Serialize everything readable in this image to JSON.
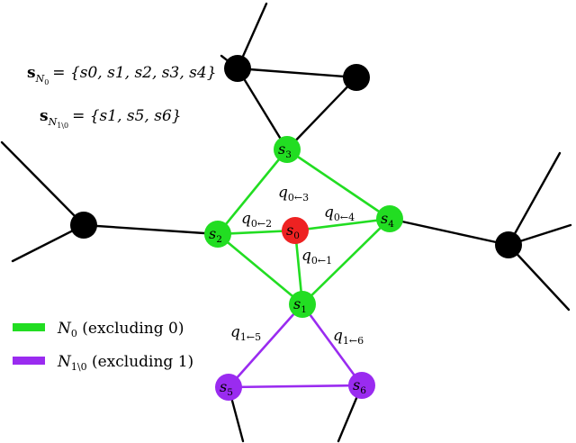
{
  "colors": {
    "green": "#22dd22",
    "purple": "#9a2bf0",
    "red": "#ee2222",
    "black": "#000000"
  },
  "sets": {
    "n0": {
      "lhs_base": "s",
      "lhs_sub": "N",
      "lhs_subsub": "0",
      "rhs": "= {s0, s1, s2, s3, s4}"
    },
    "n10": {
      "lhs_base": "s",
      "lhs_sub": "N",
      "lhs_subsub": "1\\0",
      "rhs": "= {s1, s5, s6}"
    }
  },
  "nodes": {
    "s0": {
      "base": "s",
      "sub": "0"
    },
    "s1": {
      "base": "s",
      "sub": "1"
    },
    "s2": {
      "base": "s",
      "sub": "2"
    },
    "s3": {
      "base": "s",
      "sub": "3"
    },
    "s4": {
      "base": "s",
      "sub": "4"
    },
    "s5": {
      "base": "s",
      "sub": "5"
    },
    "s6": {
      "base": "s",
      "sub": "6"
    }
  },
  "edge_labels": {
    "q03": {
      "base": "q",
      "sub": "0←3"
    },
    "q02": {
      "base": "q",
      "sub": "0←2"
    },
    "q04": {
      "base": "q",
      "sub": "0←4"
    },
    "q01": {
      "base": "q",
      "sub": "0←1"
    },
    "q15": {
      "base": "q",
      "sub": "1←5"
    },
    "q16": {
      "base": "q",
      "sub": "1←6"
    }
  },
  "legend": {
    "green": {
      "base": "N",
      "sub": "0",
      "text": " (excluding 0)"
    },
    "purple": {
      "base": "N",
      "sub": "1\\0",
      "text": " (excluding 1)"
    }
  }
}
